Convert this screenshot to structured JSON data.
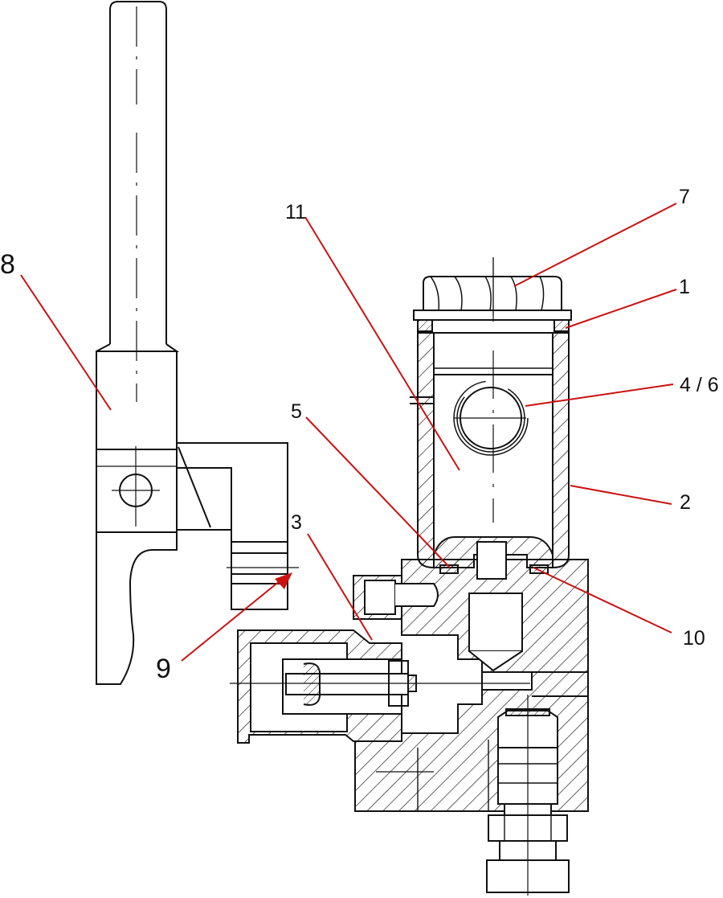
{
  "colors": {
    "outline": "#111111",
    "leader": "#cc1111",
    "background": "#ffffff"
  },
  "callouts": [
    {
      "id": "8",
      "text": "8",
      "part": "lever"
    },
    {
      "id": "9",
      "text": "9",
      "part": "clamp-bracket"
    },
    {
      "id": "11",
      "text": "11",
      "part": "reservoir-chamber"
    },
    {
      "id": "7",
      "text": "7",
      "part": "filler-cap"
    },
    {
      "id": "1",
      "text": "1",
      "part": "cap-seal"
    },
    {
      "id": "4-6",
      "text": "4 / 6",
      "part": "sight-glass"
    },
    {
      "id": "5",
      "text": "5",
      "part": "bottom-seal-left"
    },
    {
      "id": "2",
      "text": "2",
      "part": "reservoir-body"
    },
    {
      "id": "3",
      "text": "3",
      "part": "hose-fitting"
    },
    {
      "id": "10",
      "text": "10",
      "part": "bottom-seal-right"
    }
  ]
}
